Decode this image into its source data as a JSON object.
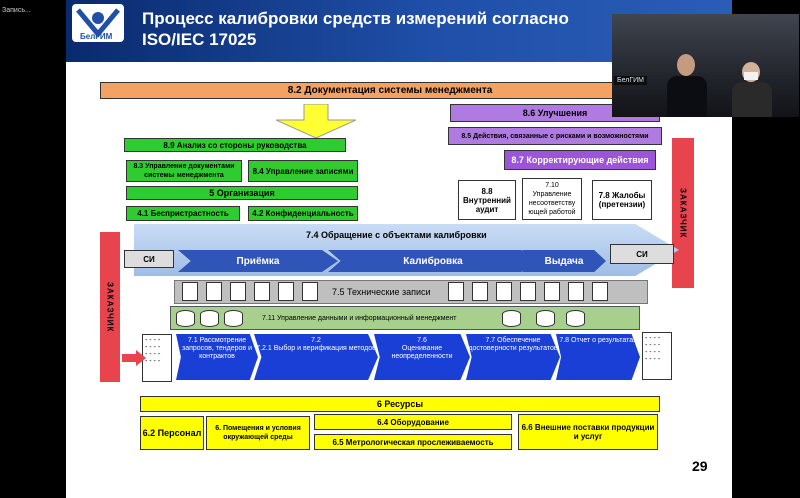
{
  "recording_label": "Запись...",
  "slide": {
    "title": "Процесс калибровки средств измерений согласно\nISO/IEC 17025",
    "logo_text": "БелГИМ",
    "page_number": "29",
    "top_bar": "8.2 Документация системы менеджмента",
    "left_green": {
      "mgmt_review": "8.9 Анализ со стороны руководства",
      "doc_control": "8.3 Управление документами системы менеджмента",
      "records": "8.4 Управление записями",
      "organization": "5 Организация",
      "impartiality": "4.1 Беспристрастность",
      "confidentiality": "4.2 Конфиденциальность"
    },
    "right_purple": {
      "improvement": "8.6 Улучшения",
      "risks": "8.5 Действия, связанные с рисками и возможностями",
      "corrective": "8.7 Корректирующие действия",
      "audit": "8.8 Внутренний аудит",
      "nonconforming_num": "7.10",
      "nonconforming": "Управление несоответству ющей работой",
      "complaints": "7.8 Жалобы (претензии)"
    },
    "customer_label": "ЗАКАЗЧИК",
    "handling": "7.4 Обращение с объектами калибровки",
    "si": "СИ",
    "flow": {
      "acceptance": "Приёмка",
      "calibration": "Калибровка",
      "issue": "Выдача"
    },
    "tech_records": "7.5 Технические записи",
    "data_mgmt": "7.11 Управление данными и информационный менеджмент",
    "processes": [
      "7.1 Рассмотрение запросов, тендеров и контрактов",
      "7.2\n7.2.1 Выбор и верификация методов",
      "7.6\nОценивание неопределенности",
      "7.7 Обеспечение достоверности результатов",
      "7.8 Отчет о результатах"
    ],
    "resources": "6 Ресурсы",
    "personnel": "6.2 Персонал",
    "premises": "6. Помещения и условия окружающей среды",
    "equipment": "6.4 Оборудование",
    "traceability": "6.5 Метрологическая прослеживаемость",
    "external": "6.6 Внешние поставки продукции и услуг"
  },
  "video": {
    "name_tag": "БелГИМ"
  },
  "colors": {
    "header_blue": "#1f4fa8",
    "green": "#2ecc2e",
    "yellow": "#ffff00",
    "purple": "#b07be0",
    "red": "#e8444d",
    "process_blue": "#1a3fd6"
  }
}
